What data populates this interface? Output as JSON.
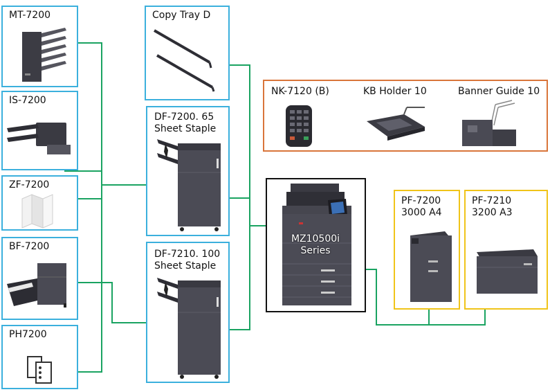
{
  "colors": {
    "connector": "#1aa361",
    "option_border": "#3bb0dd",
    "accessory_border": "#d9753a",
    "feeder_border": "#f0c419",
    "main_border": "#111111"
  },
  "left_column": [
    {
      "label": "MT-7200",
      "icon": "mailbox-icon"
    },
    {
      "label": "IS-7200",
      "icon": "inner-shift-tray-icon"
    },
    {
      "label": "ZF-7200",
      "icon": "z-fold-icon"
    },
    {
      "label": "BF-7200",
      "icon": "booklet-folder-icon"
    },
    {
      "label": "PH7200",
      "icon": "punch-hole-icon"
    }
  ],
  "middle_column": [
    {
      "label": "Copy Tray D",
      "icon": "copy-tray-icon"
    },
    {
      "label": "DF-7200. 65\nSheet Staple",
      "icon": "finisher-icon"
    },
    {
      "label": "DF-7210. 100\nSheet Staple",
      "icon": "finisher-icon"
    }
  ],
  "accessories": [
    {
      "label": "NK-7120 (B)",
      "icon": "keypad-icon"
    },
    {
      "label": "KB Holder 10",
      "icon": "keyboard-holder-icon"
    },
    {
      "label": "Banner Guide 10",
      "icon": "banner-guide-icon"
    }
  ],
  "main_unit": {
    "label": "MZ10500i\nSeries",
    "icon": "printer-icon"
  },
  "feeders": [
    {
      "label": "PF-7200\n3000 A4",
      "icon": "paper-feeder-icon"
    },
    {
      "label": "PF-7210\n3200 A3",
      "icon": "paper-feeder-icon"
    }
  ]
}
